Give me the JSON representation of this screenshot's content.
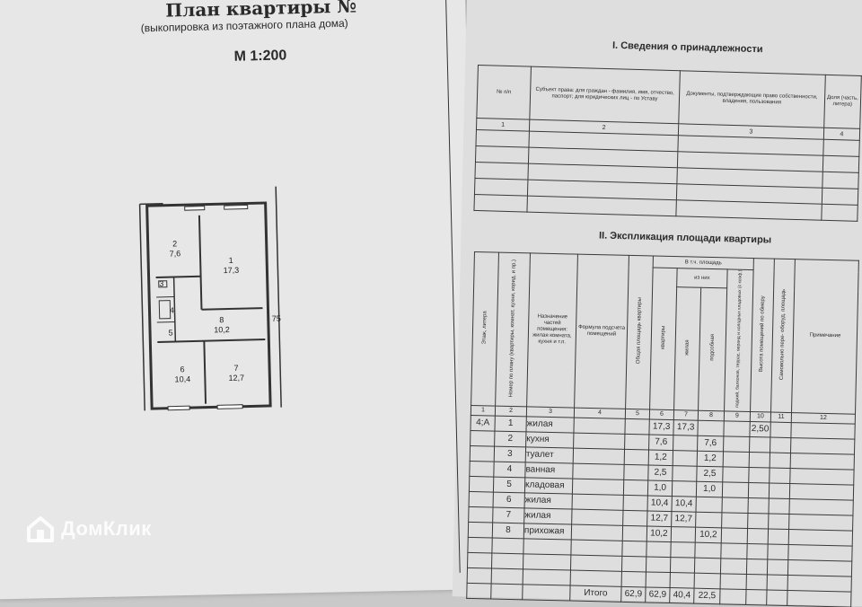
{
  "left_page": {
    "title": "План квартиры    №",
    "subtitle": "(выкопировка из поэтажного плана дома)",
    "scale": "М 1:200",
    "rooms": [
      {
        "num": "2",
        "area": "7,6"
      },
      {
        "num": "1",
        "area": "17,3"
      },
      {
        "num": "3",
        "area": ""
      },
      {
        "num": "4",
        "area": ""
      },
      {
        "num": "8",
        "area": "10,2"
      },
      {
        "num": "5",
        "area": ""
      },
      {
        "num": "6",
        "area": "10,4"
      },
      {
        "num": "7",
        "area": "12,7"
      }
    ],
    "height_mark": "75"
  },
  "section1": {
    "title": "I. Сведения о принадлежности",
    "headers": [
      "№ п/п",
      "Субъект права: для граждан - фамилия, имя, отчество, паспорт; для юридических лиц - по Уставу",
      "Документы, подтверждающие право собственности, владения, пользования",
      "Доля (часть, литера)"
    ],
    "col_numbers": [
      "1",
      "2",
      "3",
      "4"
    ]
  },
  "section2": {
    "title": "II. Экспликация площади квартиры",
    "headers": {
      "floor": "Этаж, литера",
      "room_no": "Номер по плану (квартиры, комнат, кухни, корид. и пр.)",
      "purpose": "Назначение частей помещения: жилая комната, кухня и т.п.",
      "formula": "Формула подсчета помещений",
      "total": "Общая площадь квартиры",
      "incl_group": "В т.ч. площадь",
      "of_them": "из них",
      "apartment": "квартиры",
      "living": "жилая",
      "auxiliary": "подсобная",
      "loggia": "лоджий, балконов, террас, веранд и холодных кладовых (с коэф.)",
      "height": "Высота помещений по обмеру",
      "selfbuilt": "Самовольно пере- оборуд. площадь",
      "notes": "Примечание"
    },
    "col_numbers": [
      "1",
      "2",
      "3",
      "4",
      "5",
      "6",
      "7",
      "8",
      "9",
      "10",
      "11",
      "12"
    ],
    "rows": [
      {
        "floor": "4;А",
        "no": "1",
        "purpose": "жилая",
        "formula": "",
        "apartment": "17,3",
        "living": "17,3",
        "aux": "",
        "height": "2,50"
      },
      {
        "floor": "",
        "no": "2",
        "purpose": "кухня",
        "formula": "",
        "apartment": "7,6",
        "living": "",
        "aux": "7,6",
        "height": ""
      },
      {
        "floor": "",
        "no": "3",
        "purpose": "туалет",
        "formula": "",
        "apartment": "1,2",
        "living": "",
        "aux": "1,2",
        "height": ""
      },
      {
        "floor": "",
        "no": "4",
        "purpose": "ванная",
        "formula": "",
        "apartment": "2,5",
        "living": "",
        "aux": "2,5",
        "height": ""
      },
      {
        "floor": "",
        "no": "5",
        "purpose": "кладовая",
        "formula": "",
        "apartment": "1,0",
        "living": "",
        "aux": "1,0",
        "height": ""
      },
      {
        "floor": "",
        "no": "6",
        "purpose": "жилая",
        "formula": "",
        "apartment": "10,4",
        "living": "10,4",
        "aux": "",
        "height": ""
      },
      {
        "floor": "",
        "no": "7",
        "purpose": "жилая",
        "formula": "",
        "apartment": "12,7",
        "living": "12,7",
        "aux": "",
        "height": ""
      },
      {
        "floor": "",
        "no": "8",
        "purpose": "прихожая",
        "formula": "",
        "apartment": "10,2",
        "living": "",
        "aux": "10,2",
        "height": ""
      }
    ],
    "totals": {
      "label": "Итого",
      "total": "62,9",
      "apartment": "62,9",
      "living": "40,4",
      "aux": "22,5"
    }
  },
  "watermark": {
    "text": "ДомКлик",
    "icon": "house-icon"
  }
}
